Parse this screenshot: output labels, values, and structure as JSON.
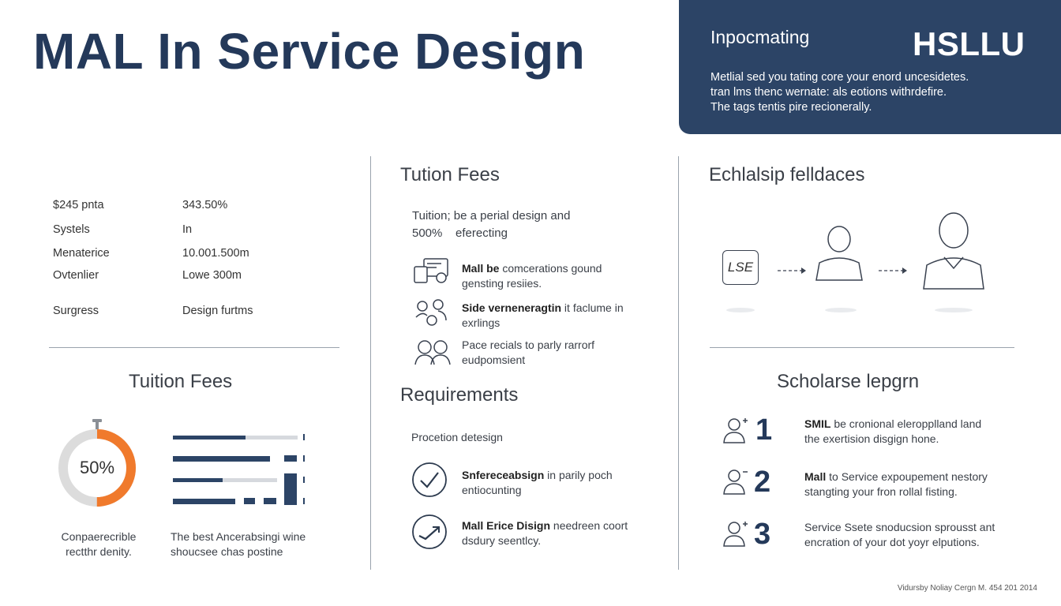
{
  "header": {
    "title": "MAL In Service Design"
  },
  "info_box": {
    "heading": "Inpocmating",
    "logo": "HSLLU",
    "lines": [
      "Metlial sed you tating core your enord uncesidetes.",
      "tran lms thenc wernate: als eotions withrdefire.",
      "The tags tentis pire recionerally."
    ]
  },
  "left_column": {
    "rows": [
      {
        "label": "$245 pnta",
        "value": "343.50%"
      },
      {
        "label": "Systels",
        "value": "In"
      },
      {
        "label": "Menaterice",
        "value": "10.001.500m"
      },
      {
        "label": "Ovtenlier",
        "value": "Lowe 300m"
      },
      {
        "label": "Surgress",
        "value": "Design furtms"
      }
    ],
    "tuition_heading": "Tuition Fees",
    "donut": {
      "label": "50%",
      "fraction": 0.5,
      "fill_color": "#f07a2c",
      "track_color": "#dcdcdc"
    },
    "donut_caption": [
      "Conpaerecrible",
      "rectthr denity."
    ],
    "bars": [
      {
        "fraction": 0.58,
        "secondary": 0.42
      },
      {
        "fraction": 0.78,
        "secondary": 0.1
      },
      {
        "fraction": 0.4,
        "secondary": 0.55
      },
      {
        "fraction": 0.5,
        "secondary": 0.4
      }
    ],
    "bars_caption": [
      "The best Ancerabsingi wine",
      "shoucsee chas postine"
    ]
  },
  "middle_column": {
    "tuition_heading": "Tution Fees",
    "tuition_intro": [
      "Tuition; be a perial design and",
      "500%    eferecting"
    ],
    "items": [
      {
        "icon": "devices-icon",
        "bold": "Mall be",
        "text1": " comcerations gound",
        "text2": "gensting resiies."
      },
      {
        "icon": "people-network-icon",
        "bold": "Side verneneragtin",
        "text1": " it faclume in",
        "text2": "exrlings"
      },
      {
        "icon": "people-pair-icon",
        "bold": "",
        "text1": "Pace recials to parly rarrorf",
        "text2": "eudpomsient"
      }
    ],
    "requirements_heading": "Requirements",
    "requirements_intro": "Procetion detesign",
    "req_items": [
      {
        "bold": "Snfereceabsign",
        "text1": " in parily poch",
        "text2": "entiocunting"
      },
      {
        "bold": "Mall Erice Disign",
        "text1": " needreen coort",
        "text2": "dsdury seentlcy."
      }
    ]
  },
  "right_column": {
    "heading": "Echlalsip felldaces",
    "flow_box_label": "LSE",
    "scholar_heading": "Scholarse lepgrn",
    "steps": [
      {
        "num": "1",
        "bold": "SMIL",
        "text1": " be cronional eleropplland land",
        "text2": "the exertision disgign hone."
      },
      {
        "num": "2",
        "bold": "Mall",
        "text1": " to Service expoupement nestory",
        "text2": "stangting your fron rollal fisting."
      },
      {
        "num": "3",
        "bold": "",
        "text1": "Service Ssete snoducsion sprousst ant",
        "text2": "encration of your dot yoyr elputions."
      }
    ]
  },
  "footer": {
    "text": "Vidursby Noliay Cergn M. 454 201 2014"
  }
}
